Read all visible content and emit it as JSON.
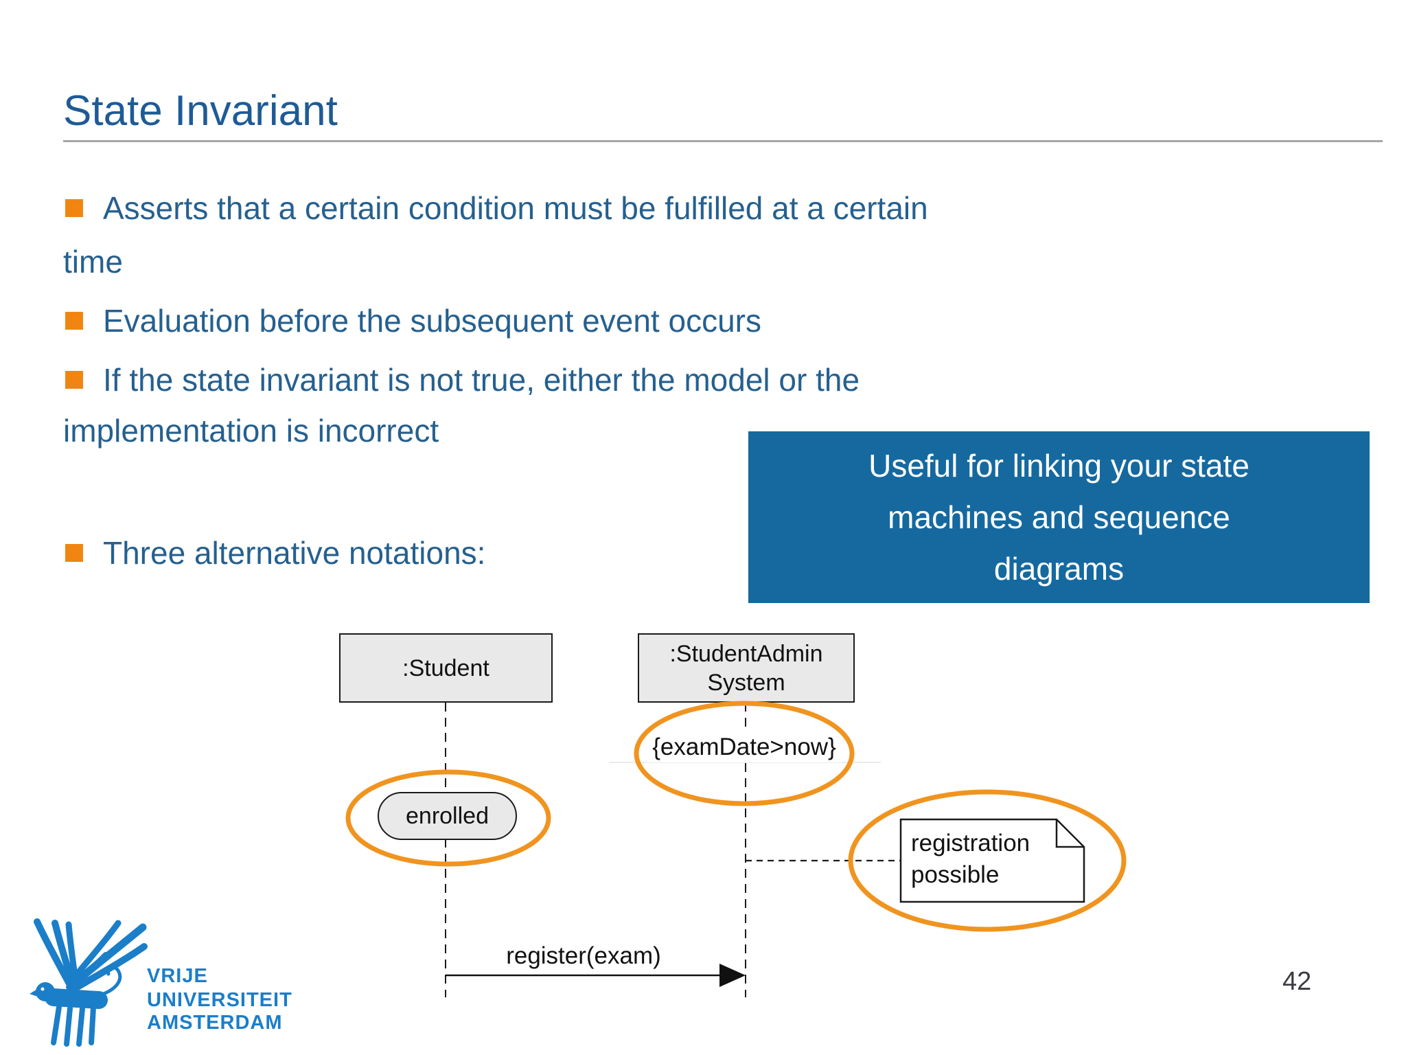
{
  "slide": {
    "title": "State Invariant",
    "page_number": "42",
    "bullets": [
      {
        "lines": [
          "Asserts that a certain condition must be fulfilled at a certain",
          "time"
        ]
      },
      {
        "lines": [
          "Evaluation before the subsequent event occurs"
        ]
      },
      {
        "lines": [
          "If the state invariant is not true, either the model or the",
          "implementation is incorrect"
        ]
      },
      {
        "lines": [
          "Three alternative notations:"
        ]
      }
    ],
    "callout": {
      "lines": [
        "Useful for linking your state",
        "machines and sequence",
        "diagrams"
      ]
    },
    "diagram": {
      "student_label": ":Student",
      "admin_lines": [
        ":StudentAdmin",
        "System"
      ],
      "constraint": "{examDate>now}",
      "state": "enrolled",
      "note_lines": [
        "registration",
        "possible"
      ],
      "message": "register(exam)"
    },
    "logo_lines": [
      "VRIJE",
      "UNIVERSITEIT",
      "AMSTERDAM"
    ],
    "colors": {
      "title_blue": "#1E5B96",
      "body_blue": "#25608F",
      "bullet_orange": "#F08611",
      "rule_gray": "#A6A6A6",
      "callout_bg": "#15699F",
      "callout_fg": "#FFFFFF",
      "highlight_orange": "#F0941F",
      "diagram_fill": "#E9E9E9",
      "diagram_stroke": "#1A1A1A",
      "logo_blue": "#1B7EC8",
      "page_gray": "#3A3A42"
    }
  }
}
